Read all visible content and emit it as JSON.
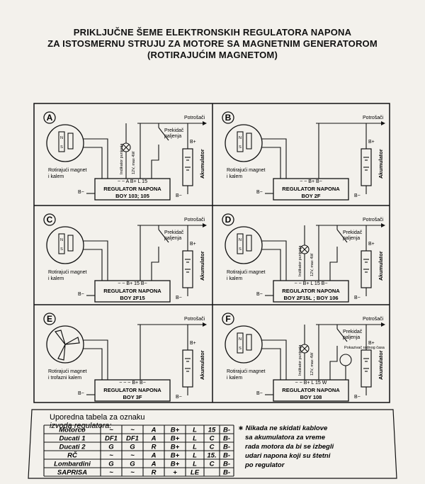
{
  "title_lines": [
    "PRIKLJUČNE ŠEME ELEKTRONSKIH REGULATORA NAPONA",
    "ZA ISTOSMERNU STRUJU ZA MOTORE  SA MAGNETNIM GENERATOROM",
    "(ROTIRAJUĆIM MAGNETOM)"
  ],
  "common": {
    "consumers": "Potrošači",
    "ignition_switch": "Prekidač paljenja",
    "battery": "Akumulator",
    "reg_name": "REGULATOR NAPONA",
    "bplus": "B+",
    "bminus": "B−",
    "indicator": "Indikator punjenja",
    "lamp_spec": "12V, max 4W",
    "rotor_label_1": "Rotirajući magnet",
    "rotor_label_2": "i kalem",
    "n": "N",
    "s": "S"
  },
  "panels": [
    {
      "letter": "A",
      "model": "BOY 103; 105",
      "terminals": "~  ~  A  B+  L   15",
      "rotor2": "i kalem",
      "has_switch": true,
      "has_lamp": true,
      "has_bplus_top": true
    },
    {
      "letter": "B",
      "model": "BOY 2F",
      "terminals": "~  ~  B+  B−",
      "rotor2": "i kalem",
      "has_switch": false,
      "has_lamp": false,
      "has_bplus_top": true
    },
    {
      "letter": "C",
      "model": "BOY 2F15",
      "terminals": "~  ~  B+ 15  B−",
      "rotor2": "i kalem",
      "has_switch": true,
      "has_lamp": false,
      "has_bplus_top": true
    },
    {
      "letter": "D",
      "model": "BOY 2F15L ; BOY 106",
      "terminals": "~  ~  B+  L  15  B−",
      "rotor2": "i kalem",
      "has_switch": true,
      "has_lamp": true,
      "has_bplus_top": true
    },
    {
      "letter": "E",
      "model": "BOY 3F",
      "terminals": "~  ~  ~  B+  B−",
      "rotor2": "i trofazni kalem",
      "has_switch": false,
      "has_lamp": false,
      "has_bplus_top": true
    },
    {
      "letter": "F",
      "model": "BOY 108",
      "terminals": "~  ~  B+  L  15  W",
      "rotor2": "i kalem",
      "has_switch": true,
      "has_lamp": true,
      "has_bplus_top": true,
      "extra": "Pokazivač radnog časa"
    }
  ],
  "table": {
    "title_1": "Uporedna tabela za oznaku",
    "title_2": "izvoda regulatora:",
    "rows": [
      [
        "Motorco",
        "~",
        "~",
        "A",
        "B+",
        "L",
        "15",
        "B-"
      ],
      [
        "Ducati 1",
        "DF1",
        "DF1",
        "A",
        "B+",
        "L",
        "C",
        "B-"
      ],
      [
        "Ducati 2",
        "G",
        "G",
        "R",
        "B+",
        "L",
        "C",
        "B-"
      ],
      [
        "RČ",
        "~",
        "~",
        "A",
        "B+",
        "L",
        "15.",
        "B-"
      ],
      [
        "Lombardini",
        "G",
        "G",
        "A",
        "B+",
        "L",
        "C",
        "B-"
      ],
      [
        "SAPRISA",
        "~",
        "~",
        "R",
        "+",
        "LE",
        "",
        "B-"
      ]
    ]
  },
  "note_lines": [
    "∗ Nikada ne skidati kablove",
    "sa akumulatora za vreme",
    "rada motora da bi se izbegli",
    "udari napona koji su štetni",
    "po regulator"
  ],
  "colors": {
    "paper": "#f3f1ec",
    "ink": "#111111"
  }
}
